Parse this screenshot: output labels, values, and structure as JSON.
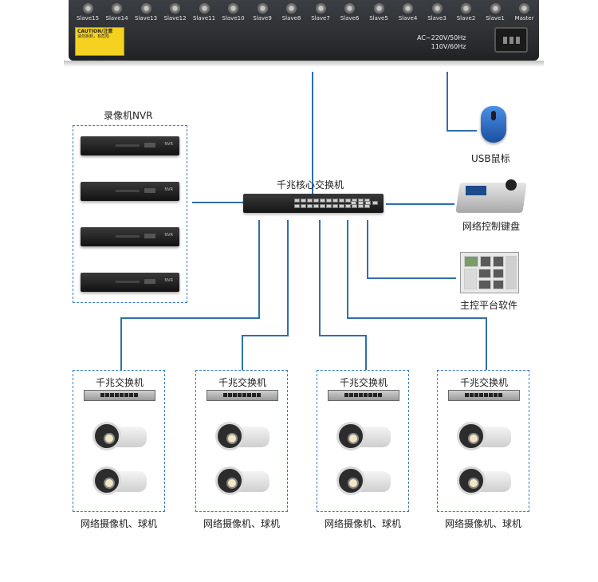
{
  "top_device": {
    "ports": [
      "Slave15",
      "Slave14",
      "Slave13",
      "Slave12",
      "Slave11",
      "Slave10",
      "Slave9",
      "Slave8",
      "Slave7",
      "Slave6",
      "Slave5",
      "Slave4",
      "Slave3",
      "Slave2",
      "Slave1",
      "Master"
    ],
    "caution_title": "CAUTION/注意",
    "caution_text": "请勿拆卸，有危险",
    "power_line1": "AC~220V/50Hz",
    "power_line2": "110V/60Hz"
  },
  "labels": {
    "nvr_group": "录像机NVR",
    "core_switch": "千兆核心交换机",
    "usb_mouse": "USB鼠标",
    "network_keyboard": "网络控制键盘",
    "control_software": "主控平台软件"
  },
  "camera_groups": [
    {
      "switch_label": "千兆交换机",
      "caption": "网络摄像机、球机"
    },
    {
      "switch_label": "千兆交换机",
      "caption": "网络摄像机、球机"
    },
    {
      "switch_label": "千兆交换机",
      "caption": "网络摄像机、球机"
    },
    {
      "switch_label": "千兆交换机",
      "caption": "网络摄像机、球机"
    }
  ],
  "colors": {
    "line": "#2f6fae",
    "dashed_border": "#3a7cc0",
    "device_dark": "#2a2c2f"
  }
}
